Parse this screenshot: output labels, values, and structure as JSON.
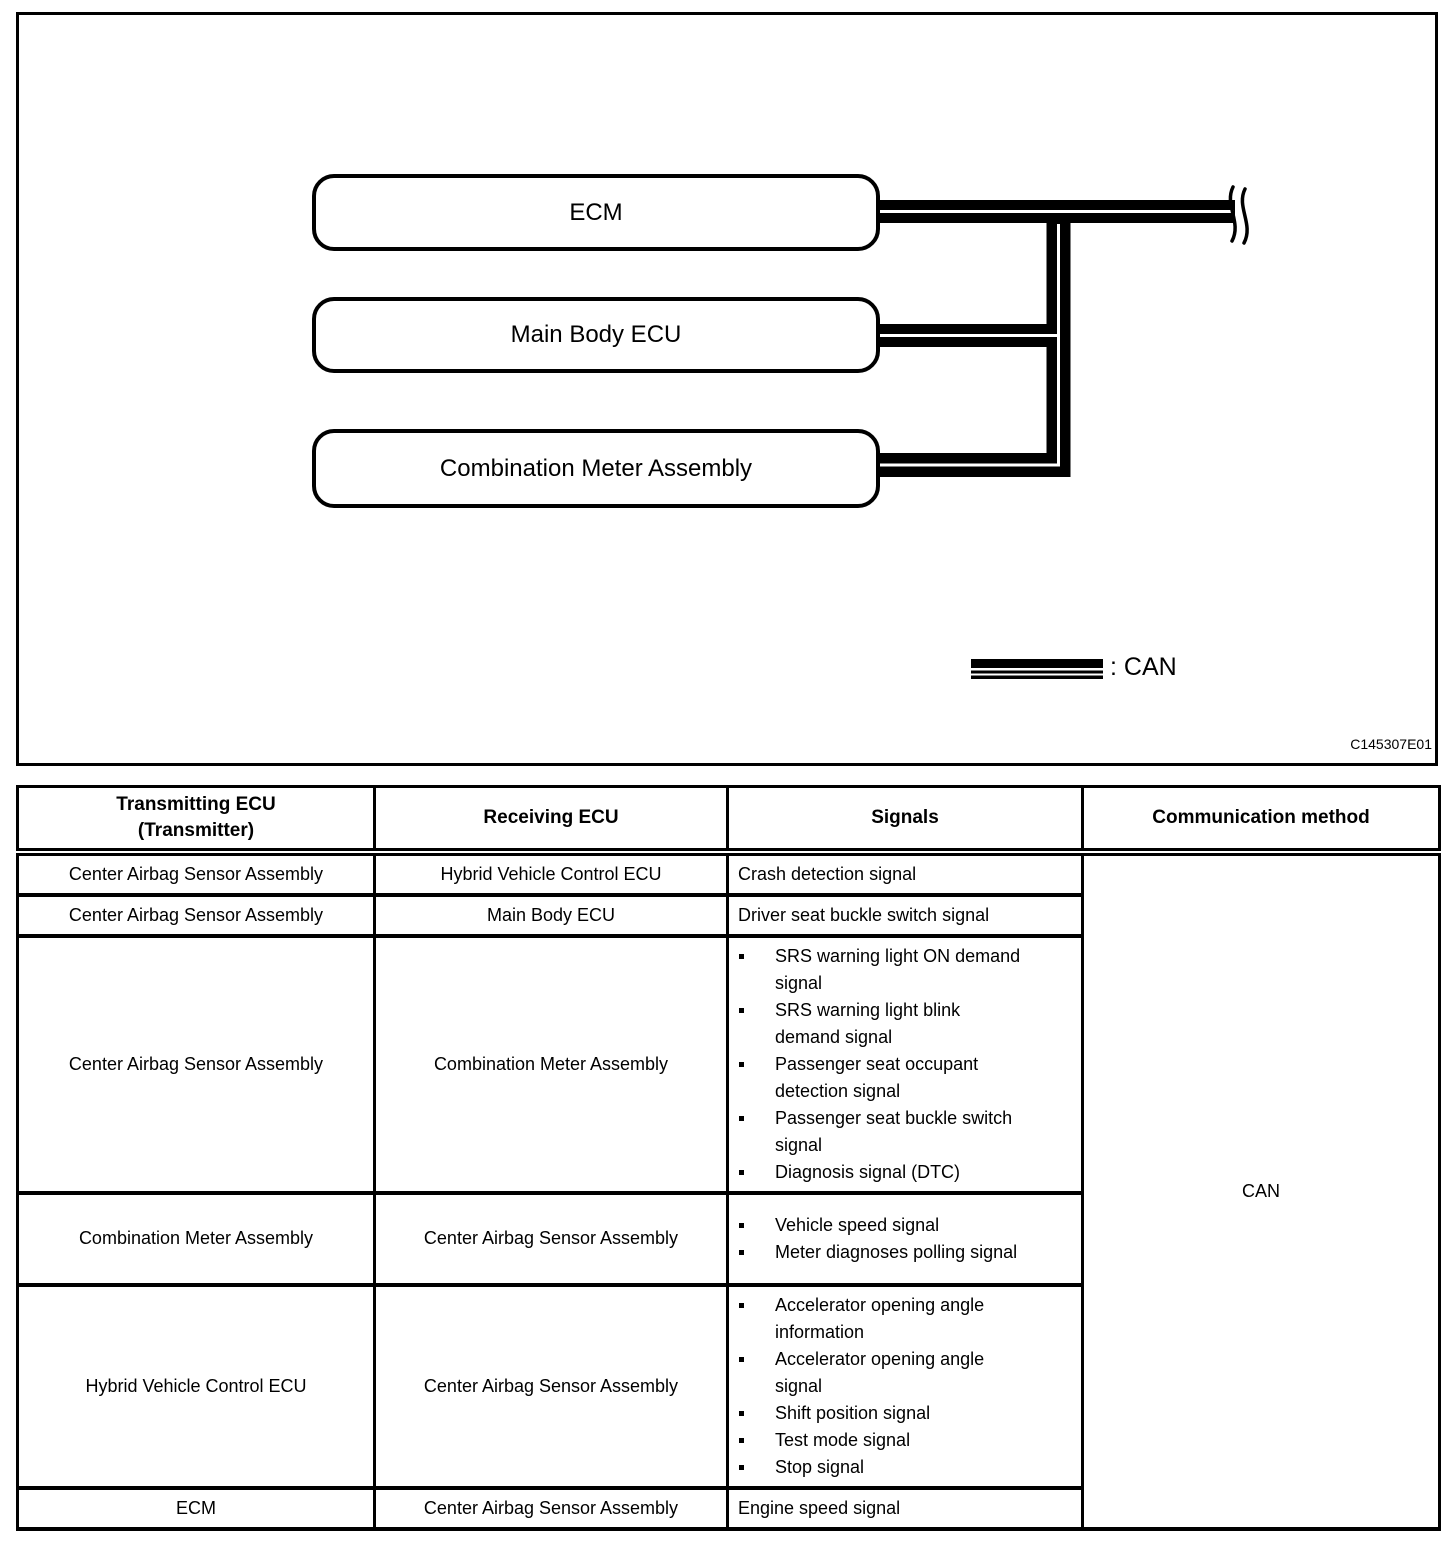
{
  "page": {
    "background": "#ffffff",
    "ink": "#000000"
  },
  "diagram": {
    "nodes": [
      {
        "label": "ECM"
      },
      {
        "label": "Main Body ECU"
      },
      {
        "label": "Combination Meter Assembly"
      }
    ],
    "legend": {
      "label": ": CAN"
    },
    "figure_code": "C145307E01"
  },
  "table": {
    "headers": {
      "col1_line1": "Transmitting ECU",
      "col1_line2": "(Transmitter)",
      "col2": "Receiving ECU",
      "col3": "Signals",
      "col4": "Communication method"
    },
    "communication_method": "CAN",
    "rows": [
      {
        "transmitter": "Center Airbag Sensor Assembly",
        "receiver": "Hybrid Vehicle Control ECU",
        "signals": [
          "Crash detection signal"
        ]
      },
      {
        "transmitter": "Center Airbag Sensor Assembly",
        "receiver": "Main Body ECU",
        "signals": [
          "Driver seat buckle switch signal"
        ]
      },
      {
        "transmitter": "Center Airbag Sensor Assembly",
        "receiver": "Combination Meter Assembly",
        "signals": [
          "SRS warning light ON demand signal",
          "SRS warning light blink demand signal",
          "Passenger seat occupant detection signal",
          "Passenger seat buckle switch signal",
          "Diagnosis signal (DTC)"
        ]
      },
      {
        "transmitter": "Combination Meter Assembly",
        "receiver": "Center Airbag Sensor Assembly",
        "signals": [
          "Vehicle speed signal",
          "Meter diagnoses polling signal"
        ]
      },
      {
        "transmitter": "Hybrid Vehicle Control ECU",
        "receiver": "Center Airbag Sensor Assembly",
        "signals": [
          "Accelerator opening angle information",
          "Accelerator opening angle signal",
          "Shift position signal",
          "Test mode signal",
          "Stop signal"
        ]
      },
      {
        "transmitter": "ECM",
        "receiver": "Center Airbag Sensor Assembly",
        "signals": [
          "Engine speed signal"
        ]
      }
    ]
  }
}
